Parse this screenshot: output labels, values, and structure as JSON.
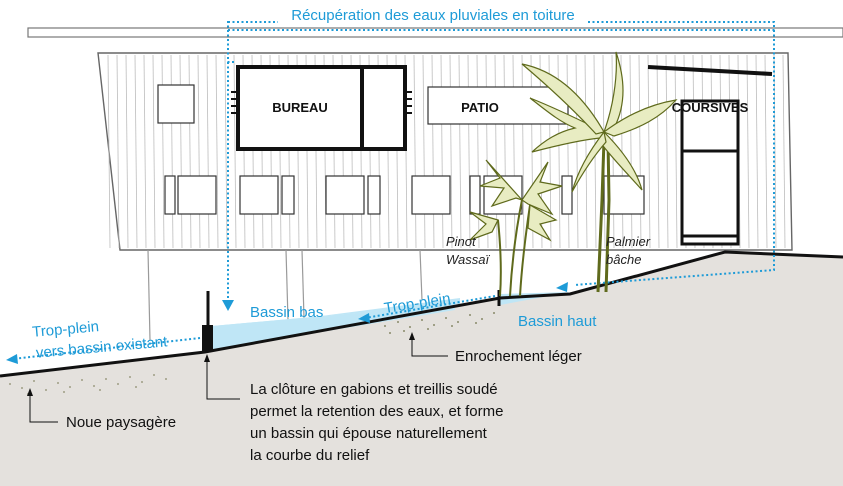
{
  "title": "Récupération des eaux pluviales en toiture",
  "rooms": {
    "bureau": "BUREAU",
    "patio": "PATIO",
    "coursives": "COURSIVES"
  },
  "plants": {
    "pinot_line1": "Pinot",
    "pinot_line2": "Wassaï",
    "palmier_line1": "Palmier",
    "palmier_line2": "bâche"
  },
  "water": {
    "bassin_bas": "Bassin bas",
    "bassin_haut": "Bassin haut",
    "trop_plein": "Trop-plein",
    "trop_plein_existant_line1": "Trop-plein",
    "trop_plein_existant_line2": "vers bassin existant"
  },
  "annotations": {
    "enrochement": "Enrochement léger",
    "noue": "Noue paysagère",
    "cloture_lines": [
      "La clôture en gabions et treillis soudé",
      "permet la retention des eaux, et forme",
      "un bassin qui épouse naturellement",
      "la courbe du relief"
    ]
  },
  "colors": {
    "water_blue": "#1e9bd7",
    "basin_fill": "#bfe6f6",
    "ground_fill": "#e4e1dd",
    "palm_fill": "#e8ecc2"
  }
}
